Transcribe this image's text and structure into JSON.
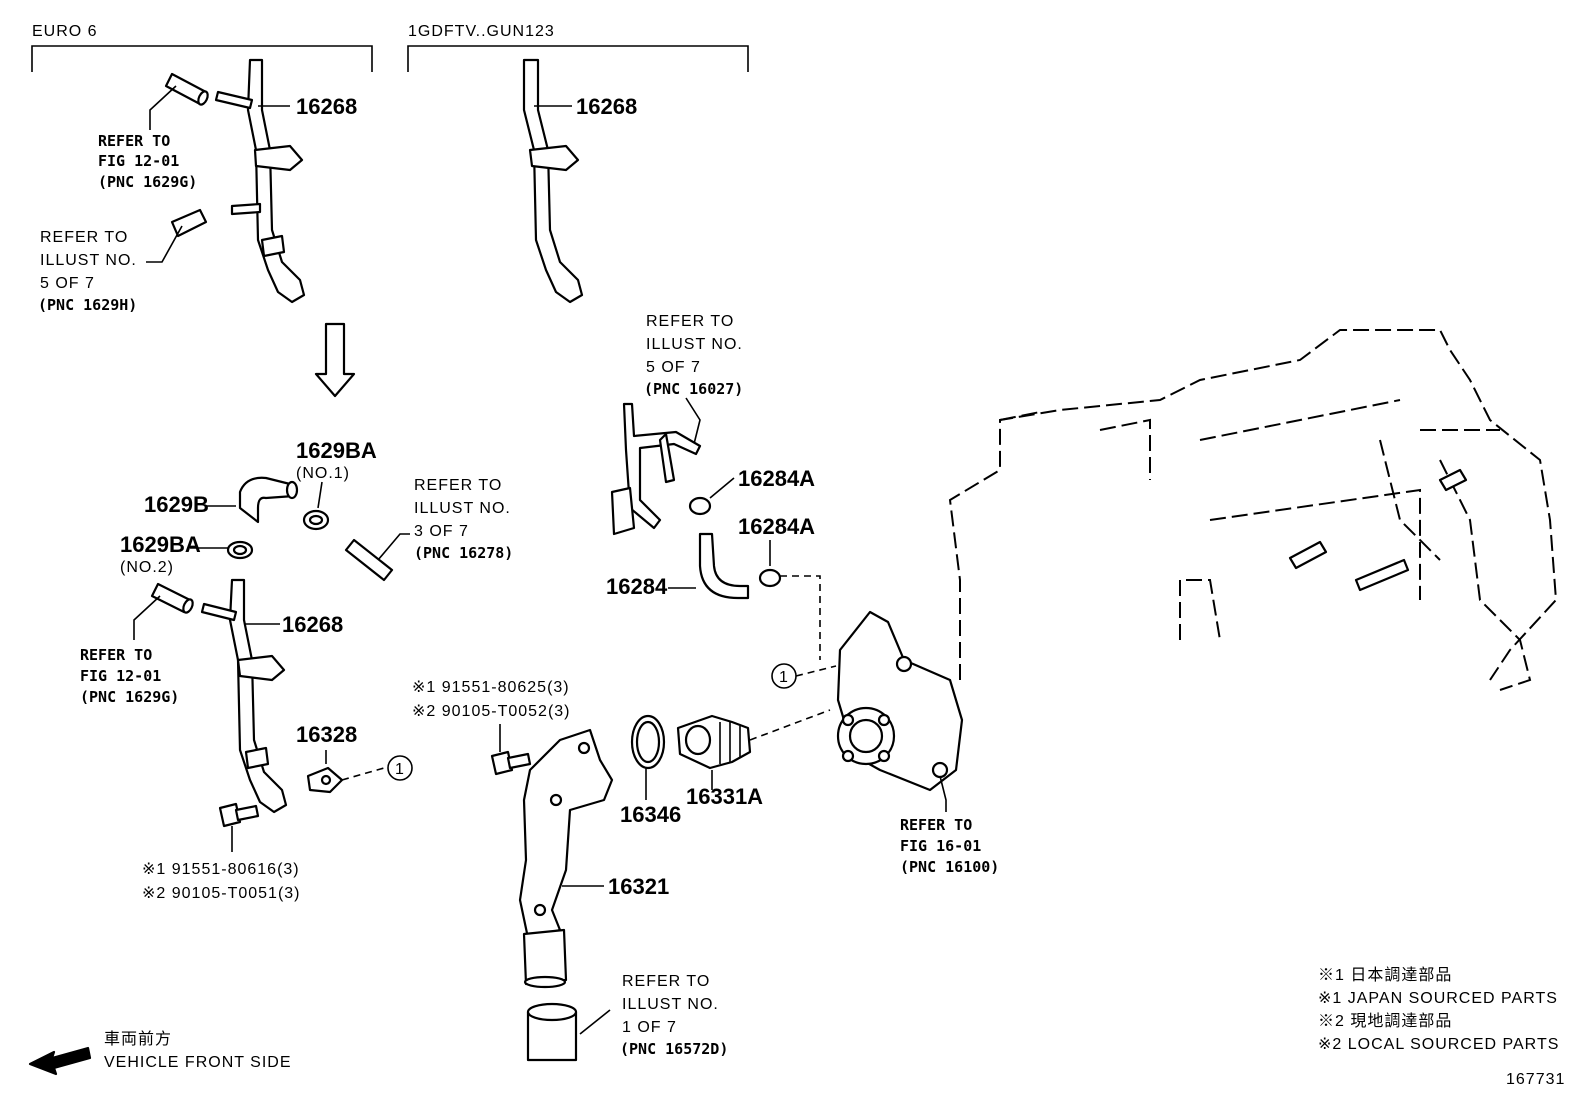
{
  "headers": {
    "euro": "EURO 6",
    "gun": "1GDFTV..GUN123"
  },
  "parts": {
    "p16268": "16268",
    "p1629BA": "1629BA",
    "no1": "(NO.1)",
    "p1629B": "1629B",
    "no2": "(NO.2)",
    "p16328": "16328",
    "p16284A": "16284A",
    "p16284": "16284",
    "p16346": "16346",
    "p16331A": "16331A",
    "p16321": "16321"
  },
  "refs": {
    "refer_to": "REFER TO",
    "fig_12_01": "FIG 12-01",
    "pnc_1629G": "(PNC 1629G)",
    "illust_no": "ILLUST NO.",
    "five_of_7": "5 OF 7",
    "pnc_1629H": "(PNC 1629H)",
    "three_of_7": "3 OF 7",
    "pnc_16278": "(PNC 16278)",
    "pnc_16027": "(PNC 16027)",
    "fig_16_01": "FIG 16-01",
    "pnc_16100": "(PNC 16100)",
    "one_of_7": "1 OF 7",
    "pnc_16572D": "(PNC 16572D)"
  },
  "bolts": {
    "a1": "※1 91551-80616(3)",
    "a2": "※2 90105-T0051(3)",
    "b1": "※1 91551-80625(3)",
    "b2": "※2 90105-T0052(3)"
  },
  "callout": "1",
  "direction": {
    "jp": "車両前方",
    "en": "VEHICLE FRONT SIDE"
  },
  "legend": {
    "l1": "※1 日本調達部品",
    "l2": "※1 JAPAN SOURCED PARTS",
    "l3": "※2 現地調達部品",
    "l4": "※2 LOCAL SOURCED PARTS"
  },
  "illustration_number": "167731"
}
